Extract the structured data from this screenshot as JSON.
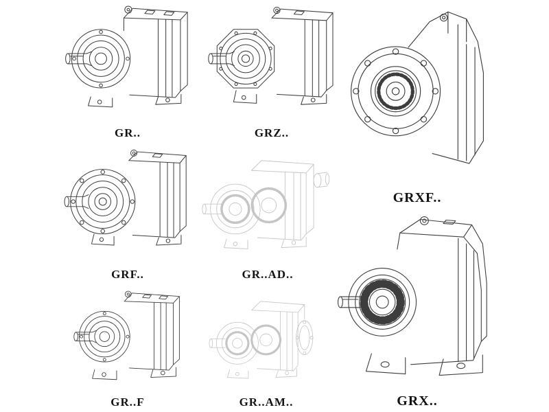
{
  "page": {
    "background": "#ffffff",
    "line_color": "#3d3d3d",
    "faint_line_color": "#c5c5c5",
    "label_color": "#131313"
  },
  "products": [
    {
      "id": "gr",
      "label": "GR..",
      "render": "solid"
    },
    {
      "id": "grz",
      "label": "GRZ..",
      "render": "solid"
    },
    {
      "id": "grxf",
      "label": "GRXF..",
      "render": "solid"
    },
    {
      "id": "grf",
      "label": "GRF..",
      "render": "solid"
    },
    {
      "id": "gr-ad",
      "label": "GR..AD..",
      "render": "faint"
    },
    {
      "id": "gr-f",
      "label": "GR..F",
      "render": "solid"
    },
    {
      "id": "gr-am",
      "label": "GR..AM..",
      "render": "faint"
    },
    {
      "id": "grx",
      "label": "GRX..",
      "render": "solid"
    }
  ]
}
